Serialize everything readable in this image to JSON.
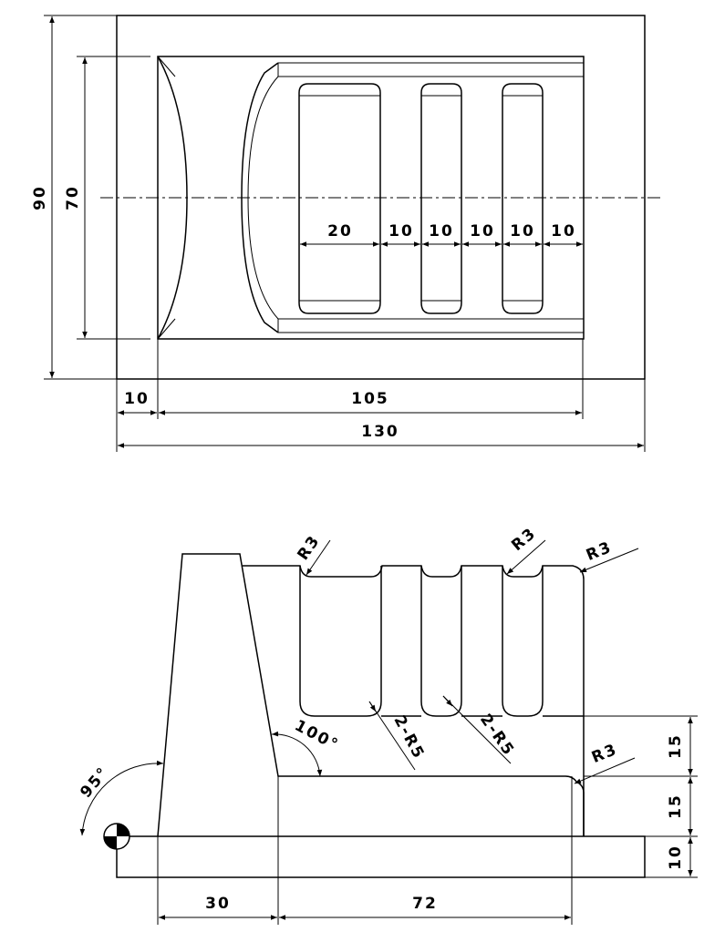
{
  "top_view": {
    "dims": {
      "d90": "90",
      "d70": "70",
      "d20": "20",
      "d10a": "10",
      "d10b": "10",
      "d10c": "10",
      "d10d": "10",
      "d10e": "10",
      "d10_left": "10",
      "d105": "105",
      "d130": "130"
    }
  },
  "front_view": {
    "dims": {
      "r3_a": "R3",
      "r3_b": "R3",
      "r3_c": "R3",
      "r3_d": "R3",
      "r5_a": "2-R5",
      "r5_b": "2-R5",
      "ang100": "100°",
      "ang95": "95°",
      "d15_top": "15",
      "d15_bot": "15",
      "d10_base": "10",
      "d30": "30",
      "d72": "72"
    }
  }
}
